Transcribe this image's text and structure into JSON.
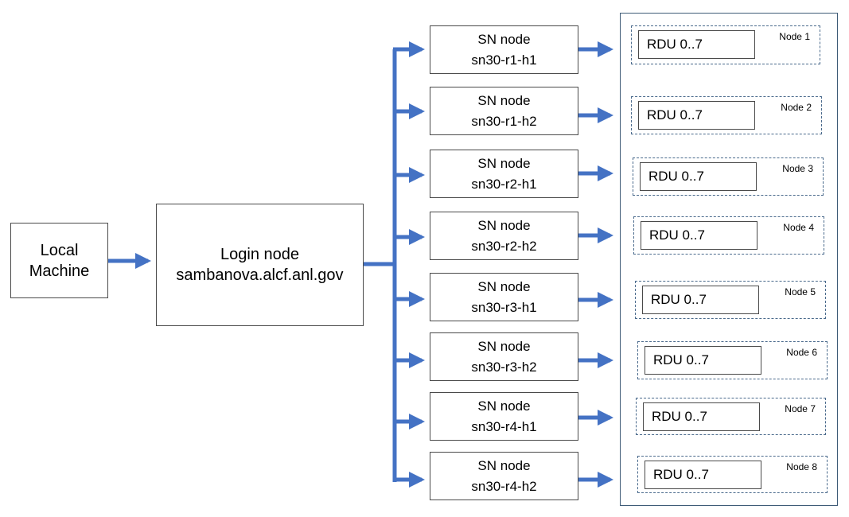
{
  "local_machine": {
    "line1": "Local",
    "line2": "Machine"
  },
  "login_node": {
    "line1": "Login node",
    "line2": "sambanova.alcf.anl.gov"
  },
  "sn_nodes": [
    {
      "line1": "SN node",
      "line2": "sn30-r1-h1"
    },
    {
      "line1": "SN node",
      "line2": "sn30-r1-h2"
    },
    {
      "line1": "SN node",
      "line2": "sn30-r2-h1"
    },
    {
      "line1": "SN node",
      "line2": "sn30-r2-h2"
    },
    {
      "line1": "SN node",
      "line2": "sn30-r3-h1"
    },
    {
      "line1": "SN node",
      "line2": "sn30-r3-h2"
    },
    {
      "line1": "SN node",
      "line2": "sn30-r4-h1"
    },
    {
      "line1": "SN node",
      "line2": "sn30-r4-h2"
    }
  ],
  "rdu_nodes": [
    {
      "rdu": "RDU 0..7",
      "node": "Node 1"
    },
    {
      "rdu": "RDU 0..7",
      "node": "Node 2"
    },
    {
      "rdu": "RDU 0..7",
      "node": "Node 3"
    },
    {
      "rdu": "RDU 0..7",
      "node": "Node 4"
    },
    {
      "rdu": "RDU 0..7",
      "node": "Node 5"
    },
    {
      "rdu": "RDU 0..7",
      "node": "Node 6"
    },
    {
      "rdu": "RDU 0..7",
      "node": "Node 7"
    },
    {
      "rdu": "RDU 0..7",
      "node": "Node 8"
    }
  ],
  "colors": {
    "arrow": "#4472c4",
    "border": "#4a4a4a",
    "dashed": "#4a6a8c"
  }
}
